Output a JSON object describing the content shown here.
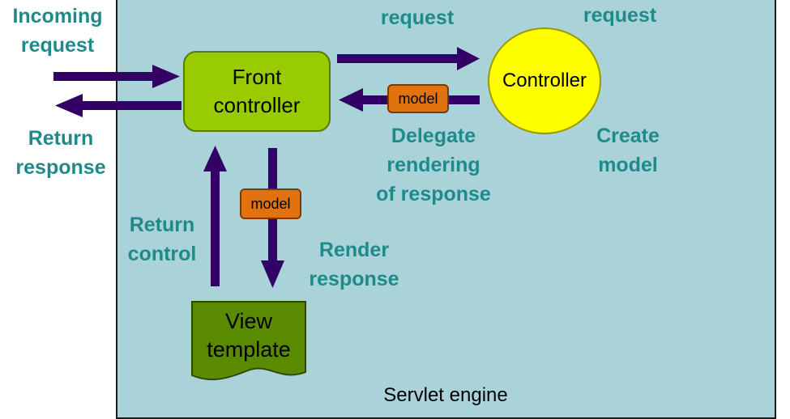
{
  "labels": {
    "incoming_request": "Incoming\nrequest",
    "return_response": "Return\nresponse",
    "delegate_request": "request",
    "controller_request": "request",
    "delegate_rendering": "Delegate\nrendering\nof response",
    "create_model": "Create\nmodel",
    "return_control": "Return\ncontrol",
    "render_response": "Render\nresponse"
  },
  "boxes": {
    "front_controller": "Front\ncontroller",
    "controller": "Controller",
    "model_top": "model",
    "model_left": "model",
    "view_template": "View\ntemplate",
    "servlet_engine": "Servlet engine"
  },
  "colors": {
    "engine_bg": "#a9d3d8",
    "label_text": "#1f8a8a",
    "arrow": "#330066",
    "front_controller": "#99cc00",
    "controller": "#ffff00",
    "model": "#e0730f",
    "view_template": "#5a8a00"
  }
}
